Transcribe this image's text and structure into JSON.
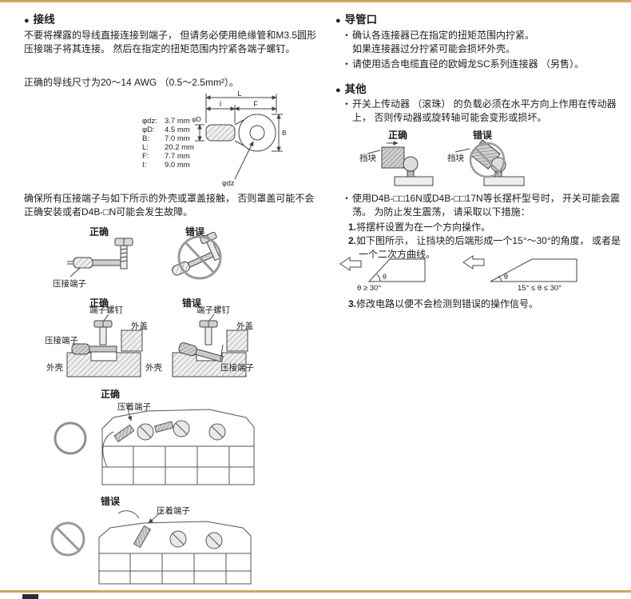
{
  "page": {
    "rule_color": "#cfa85e",
    "background": "#ffffff",
    "line_art_color": "#444444"
  },
  "glyphs": {
    "heading_bullet": "●",
    "list_bullet": "・",
    "theta": "θ"
  },
  "labels": {
    "correct": "正确",
    "wrong": "错误",
    "crimp_terminal": "压接端子",
    "crimp_terminal_alt": "压着端子",
    "terminal_screw": "端子螺钉",
    "cover": "外盖",
    "housing": "外壳",
    "stopper": "挡块"
  },
  "wiring": {
    "title": "接线",
    "p1": "不要将裸露的导线直接连接到端子， 但请务必使用绝缘管和M3.5圆形压接端子将其连接。 然后在指定的扭矩范围内拧紧各端子螺钉。",
    "p2": "正确的导线尺寸为20～14 AWG （0.5～2.5mm²）。",
    "dims": [
      {
        "label": "φdz:",
        "value": "3.7 mm"
      },
      {
        "label": "φD:",
        "value": "4.5 mm"
      },
      {
        "label": "B:",
        "value": "7.0 mm"
      },
      {
        "label": "L:",
        "value": "20.2 mm"
      },
      {
        "label": "F:",
        "value": "7.7 mm"
      },
      {
        "label": "I:",
        "value": "9.0 mm"
      }
    ],
    "dim_letters": [
      "L",
      "I",
      "F",
      "φD",
      "B",
      "φdz"
    ],
    "p3": "确保所有压接端子与如下所示的外壳或罩盖接触， 否则罩盖可能不会正确安装或者D4B-□N可能会发生故障。"
  },
  "conduit": {
    "title": "导管口",
    "items": [
      "确认各连接器已在指定的扭矩范围内拧紧。\n如果连接器过分拧紧可能会损坏外壳。",
      "请使用适合电缆直径的欧姆龙SC系列连接器 （另售）。"
    ]
  },
  "other": {
    "title": "其他",
    "load_note": "开关上传动器 （滚珠） 的负载必须在水平方向上作用在传动器上， 否则传动器或旋转轴可能会变形或损坏。",
    "chatter_note": "使用D4B-□□16N或D4B-□□17N等长摆杆型号时， 开关可能会震荡。 为防止发生震荡， 请采取以下措施：",
    "steps": [
      {
        "num": "1.",
        "text": "将摆杆设置为在一个方向操作。"
      },
      {
        "num": "2.",
        "text": "如下图所示， 让挡块的后端形成一个15°～30°的角度， 或者是一个二次方曲线。"
      },
      {
        "num": "3.",
        "text": "修改电路以便不会检测到错误的操作信号。"
      }
    ],
    "angle_left": "θ ≥ 30°",
    "angle_right": "15° ≤ θ ≤ 30°"
  }
}
